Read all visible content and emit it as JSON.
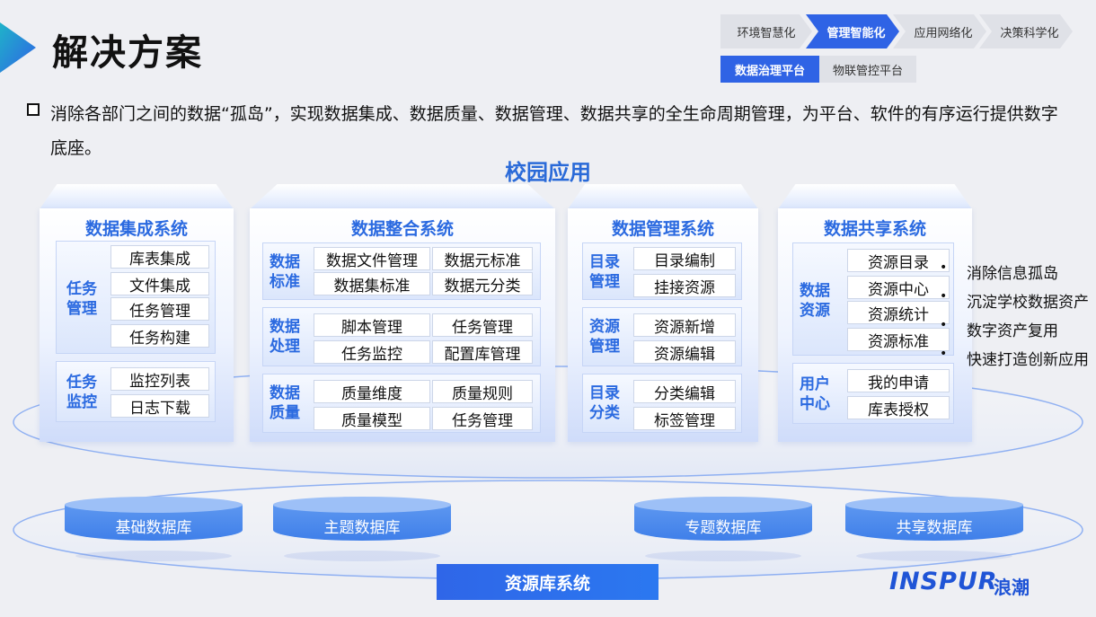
{
  "header": {
    "title": "解决方案",
    "steps": [
      {
        "label": "环境智慧化",
        "active": false
      },
      {
        "label": "管理智能化",
        "active": true
      },
      {
        "label": "应用网络化",
        "active": false
      },
      {
        "label": "决策科学化",
        "active": false
      }
    ],
    "subtabs": [
      {
        "label": "数据治理平台",
        "active": true
      },
      {
        "label": "物联管控平台",
        "active": false
      }
    ]
  },
  "intro": "消除各部门之间的数据“孤岛”，实现数据集成、数据质量、数据管理、数据共享的全生命周期管理，为平台、软件的有序运行提供数字底座。",
  "campus_title": "校园应用",
  "systems": [
    {
      "title": "数据集成系统",
      "groups": [
        {
          "label": "任务管理",
          "items": [
            "库表集成",
            "文件集成",
            "任务管理",
            "任务构建"
          ]
        },
        {
          "label": "任务监控",
          "items": [
            "监控列表",
            "日志下载"
          ]
        }
      ]
    },
    {
      "title": "数据整合系统",
      "groups": [
        {
          "label": "数据标准",
          "items": [
            "数据文件管理",
            "数据元标准",
            "数据集标准",
            "数据元分类"
          ]
        },
        {
          "label": "数据处理",
          "items": [
            "脚本管理",
            "任务管理",
            "任务监控",
            "配置库管理"
          ]
        },
        {
          "label": "数据质量",
          "items": [
            "质量维度",
            "质量规则",
            "质量模型",
            "任务管理"
          ]
        }
      ]
    },
    {
      "title": "数据管理系统",
      "groups": [
        {
          "label": "目录管理",
          "items": [
            "目录编制",
            "挂接资源"
          ]
        },
        {
          "label": "资源管理",
          "items": [
            "资源新增",
            "资源编辑"
          ]
        },
        {
          "label": "目录分类",
          "items": [
            "分类编辑",
            "标签管理"
          ]
        }
      ]
    },
    {
      "title": "数据共享系统",
      "groups": [
        {
          "label": "数据资源",
          "items": [
            "资源目录",
            "资源中心",
            "资源统计",
            "资源标准"
          ]
        },
        {
          "label": "用户中心",
          "items": [
            "我的申请",
            "库表授权"
          ]
        }
      ]
    }
  ],
  "benefits": [
    "消除信息孤岛",
    "沉淀学校数据资产",
    "数字资产复用",
    "快速打造创新应用"
  ],
  "databases": [
    "基础数据库",
    "主题数据库",
    "专题数据库",
    "共享数据库"
  ],
  "resource_system": "资源库系统",
  "logo": {
    "latin": "INSPUR",
    "cn": "浪潮"
  },
  "colors": {
    "accent": "#2f63e5",
    "title_blue": "#2b6ae0",
    "db_blue": "#4a88ee"
  }
}
